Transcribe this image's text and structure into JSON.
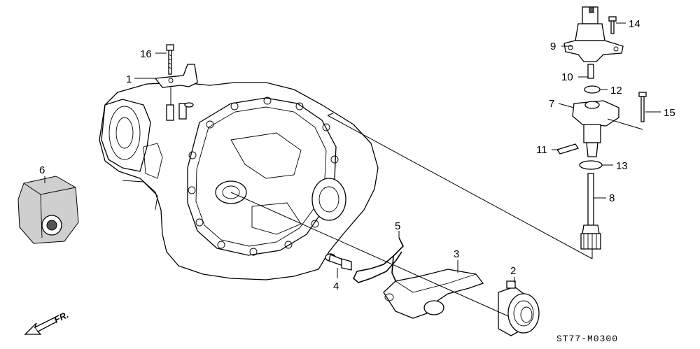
{
  "diagram": {
    "code": "ST77-M0300",
    "direction_label": "FR.",
    "callouts": [
      {
        "id": "c16",
        "label": "16"
      },
      {
        "id": "c1",
        "label": "1"
      },
      {
        "id": "c6",
        "label": "6"
      },
      {
        "id": "c5",
        "label": "5"
      },
      {
        "id": "c3",
        "label": "3"
      },
      {
        "id": "c4",
        "label": "4"
      },
      {
        "id": "c2",
        "label": "2"
      },
      {
        "id": "c14",
        "label": "14"
      },
      {
        "id": "c9",
        "label": "9"
      },
      {
        "id": "c10",
        "label": "10"
      },
      {
        "id": "c12",
        "label": "12"
      },
      {
        "id": "c7",
        "label": "7"
      },
      {
        "id": "c15",
        "label": "15"
      },
      {
        "id": "c11",
        "label": "11"
      },
      {
        "id": "c13",
        "label": "13"
      },
      {
        "id": "c8",
        "label": "8"
      }
    ]
  }
}
